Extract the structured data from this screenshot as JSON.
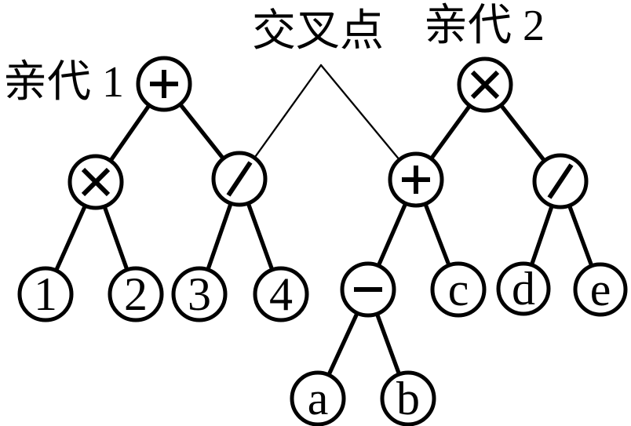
{
  "figure": {
    "crossover_label": "交叉点",
    "colors": {
      "ink": "#000000",
      "paper": "#ffffff"
    },
    "parent1": {
      "label": "亲代 1",
      "nodes": {
        "root": "+",
        "times": "×",
        "divide": "/",
        "leaf1": "1",
        "leaf2": "2",
        "leaf3": "3",
        "leaf4": "4"
      }
    },
    "parent2": {
      "label": "亲代 2",
      "nodes": {
        "root": "×",
        "plus": "+",
        "divide": "/",
        "minus": "−",
        "a": "a",
        "b": "b",
        "c": "c",
        "d": "d",
        "e": "e"
      }
    }
  }
}
